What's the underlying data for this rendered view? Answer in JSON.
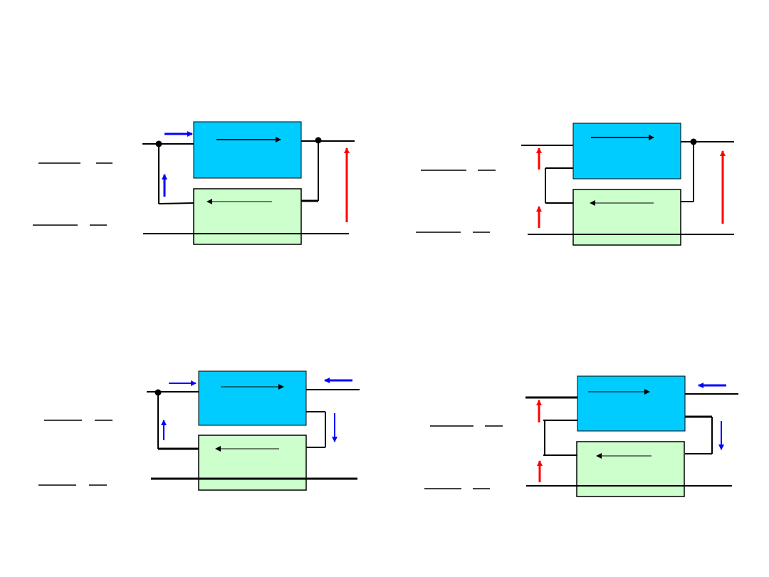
{
  "colors": {
    "forward_block": "#00ccff",
    "feedback_block": "#ccffcc",
    "wire": "#000000",
    "blue_arrow": "#0000ff",
    "red_arrow": "#ff0000"
  },
  "panels": [
    {
      "id": "top-left",
      "topology": "shunt-shunt"
    },
    {
      "id": "top-right",
      "topology": "series-shunt"
    },
    {
      "id": "bottom-left",
      "topology": "shunt-series"
    },
    {
      "id": "bottom-right",
      "topology": "series-series"
    }
  ]
}
